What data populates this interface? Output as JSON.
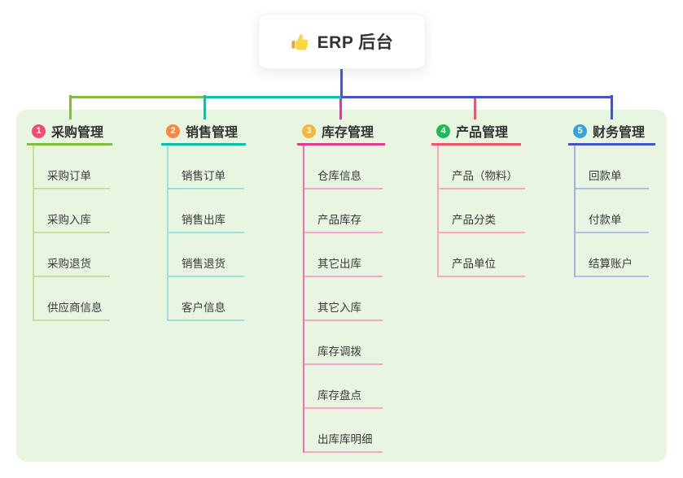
{
  "title": {
    "text": "ERP 后台",
    "icon": "thumbs-up-icon"
  },
  "colors": {
    "canvas_bg": "#FFFFFF",
    "panel_bg": "#E8F5E1",
    "text": "#333333",
    "root_line": "#4A58C8"
  },
  "connectors": {
    "bus_segments": [
      "#7FBE3F",
      "#0CBFAE",
      "#4255C4"
    ]
  },
  "branches": [
    {
      "num": "1",
      "label": "采购管理",
      "badge": "#F0506C",
      "line": "#7FBE3F",
      "rail": "#C3E09C",
      "sub": "#C3E09C",
      "items": [
        "采购订单",
        "采购入库",
        "采购退货",
        "供应商信息"
      ]
    },
    {
      "num": "2",
      "label": "销售管理",
      "badge": "#F6893E",
      "line": "#0CBFAE",
      "rail": "#9EE1D6",
      "sub": "#9EE1D6",
      "items": [
        "销售订单",
        "销售出库",
        "销售退货",
        "客户信息"
      ]
    },
    {
      "num": "3",
      "label": "库存管理",
      "badge": "#F7B53E",
      "line": "#E03C96",
      "rail": "#E873B1",
      "sub": "#F2A7CB",
      "items": [
        "仓库信息",
        "产品库存",
        "其它出库",
        "其它入库",
        "库存调拨",
        "库存盘点",
        "出库库明细"
      ]
    },
    {
      "num": "4",
      "label": "产品管理",
      "badge": "#21B85B",
      "line": "#F4516C",
      "rail": "#F8A8B6",
      "sub": "#F8A8B6",
      "items": [
        "产品（物料）",
        "产品分类",
        "产品单位"
      ]
    },
    {
      "num": "5",
      "label": "财务管理",
      "badge": "#36A4DC",
      "line": "#4255C4",
      "rail": "#9FB2DF",
      "sub": "#AFBFE6",
      "items": [
        "回款单",
        "付款单",
        "结算账户"
      ]
    }
  ]
}
